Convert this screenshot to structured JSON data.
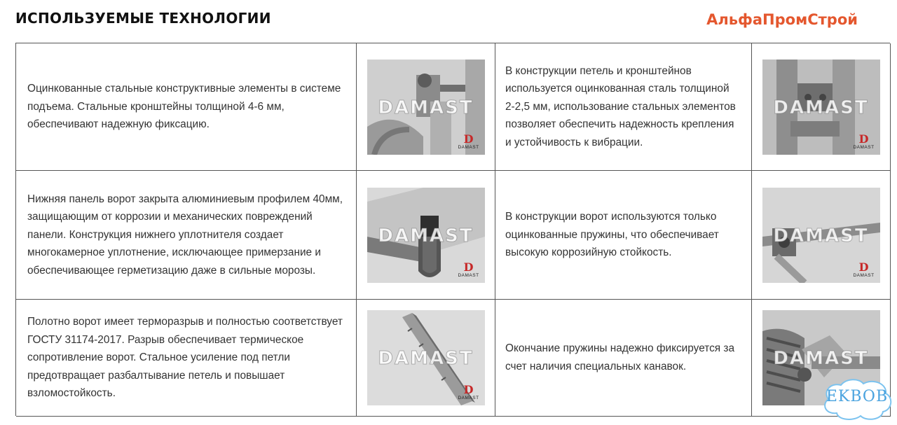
{
  "header": {
    "title": "ИСПОЛЬЗУЕМЫЕ ТЕХНОЛОГИИ",
    "brand": "АльфаПромСтрой"
  },
  "rows": [
    {
      "left_text": "Оцинкованные стальные конструктивные элементы в системе подъема. Стальные кронштейны толщиной 4-6 мм, обеспечивают надежную фиксацию.",
      "right_text": "В конструкции петель и кронштейнов используется оцинкованная сталь толщиной 2-2,5 мм, использование стальных элементов позволяет обеспечить надежность крепления и устойчивость к вибрации."
    },
    {
      "left_text": "Нижняя панель ворот закрыта алюминиевым профилем 40мм, защищающим от коррозии и механических повреждений панели. Конструкция нижнего уплотнителя создает многокамерное уплотнение, исключающее примерзание и обеспечивающее герметизацию даже в сильные морозы.",
      "right_text": "В конструкции ворот используются только оцинкованные пружины, что обеспечивает высокую коррозийную стойкость."
    },
    {
      "left_text": "Полотно ворот имеет терморазрыв и полностью соответствует ГОСТУ 31174-2017. Разрыв обеспечивает термическое сопротивление ворот. Стальное усиление под петли предотвращает разбалтывание петель и повышает взломостойкость.",
      "right_text": "Окончание пружины надежно фиксируется за счет наличия специальных канавок."
    }
  ],
  "images": {
    "watermark": "DAMAST",
    "logo_text": "DAMAST",
    "logo_mark": "D"
  },
  "stamp": "EKBOB",
  "colors": {
    "brand": "#e4572e",
    "logo_red": "#c62828",
    "stamp_blue": "#4aa3df"
  }
}
